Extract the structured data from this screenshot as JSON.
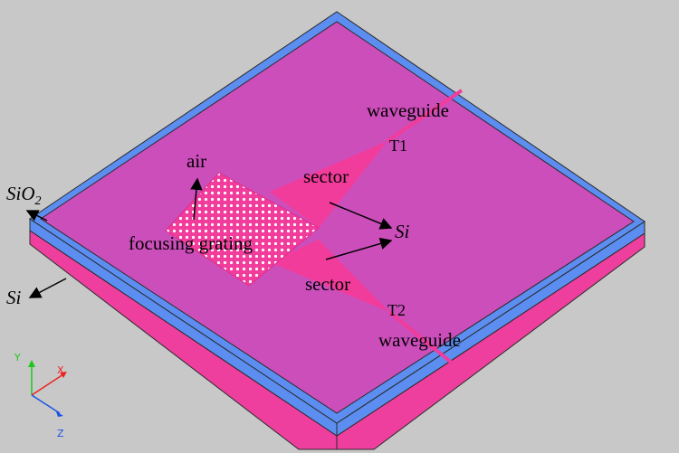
{
  "labels": {
    "waveguide_top": "waveguide",
    "t1": "T1",
    "air": "air",
    "sector_top": "sector",
    "si_right": "Si",
    "sio2_main": "SiO",
    "sio2_sub": "2",
    "focusing_grating": "focusing grating",
    "si_left": "Si",
    "sector_bottom": "sector",
    "t2": "T2",
    "waveguide_bottom": "waveguide"
  },
  "axes": {
    "y": "Y",
    "x": "X",
    "z": "Z"
  },
  "colors": {
    "background": "#c8c8c8",
    "sio2_layer": "#5b8ef0",
    "si_layer": "#ee3f9e",
    "top_surface": "#cc4eba",
    "structure": "#f23c9c",
    "grating_holes": "#ffffff",
    "axis_y": "#1ec61e",
    "axis_x": "#ee2222",
    "axis_z": "#1a53e6"
  }
}
